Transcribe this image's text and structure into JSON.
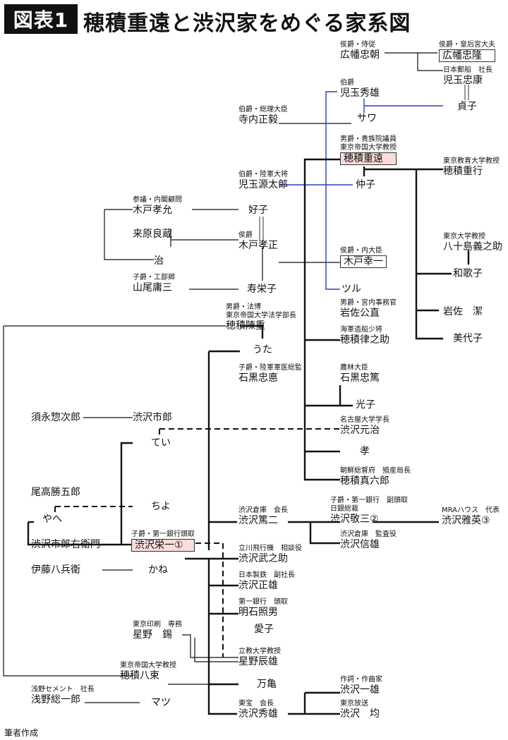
{
  "title": {
    "tag": "図表1",
    "text": "穂積重遠と渋沢家をめぐる家系図"
  },
  "credit": "筆者作成",
  "persons": {
    "hirohata_tadatomo": {
      "role": "侯爵・侍従",
      "name": "広幡忠朝"
    },
    "hirohata_tadataka": {
      "role": "侯爵・皇后宮大夫",
      "name": "広幡忠隆"
    },
    "kodama_tadayasu": {
      "role": "日本郵船　社長",
      "name": "児玉忠康"
    },
    "kodama_hideo": {
      "role": "伯爵",
      "name": "児玉秀雄"
    },
    "sadako": {
      "name": "貞子"
    },
    "terauchi_masatake": {
      "role": "伯爵・総理大臣",
      "name": "寺内正毅"
    },
    "sawa": {
      "name": "サワ"
    },
    "hozumi_shigeto": {
      "role1": "男爵・貴族院議員",
      "role2": "東京帝国大学教授",
      "name": "穂積重遠"
    },
    "hozumi_shigeyuki": {
      "role": "東京教育大学教授",
      "name": "穂積重行"
    },
    "kodama_gentaro": {
      "role": "伯爵・陸軍大将",
      "name": "児玉源太郎"
    },
    "nakako": {
      "name": "仲子"
    },
    "kido_takayoshi": {
      "role": "参議・内閣顧問",
      "name": "木戸孝允"
    },
    "yoshiko": {
      "name": "好子"
    },
    "kurihara_ryozo": {
      "name": "来原良蔵"
    },
    "kido_takamasa": {
      "role": "侯爵",
      "name": "木戸孝正"
    },
    "osamu": {
      "name": "治"
    },
    "kido_koichi": {
      "role": "侯爵・内大臣",
      "name": "木戸幸一"
    },
    "yasoshima": {
      "role": "東京大学教授",
      "name": "八十島義之助"
    },
    "wakako": {
      "name": "和歌子"
    },
    "yamao_yozo": {
      "role": "子爵・工部卿",
      "name": "山尾庸三"
    },
    "jueiko": {
      "name": "寿栄子"
    },
    "tsuru": {
      "name": "ツル"
    },
    "hozumi_nobushige": {
      "role1": "男爵・法博",
      "role2": "東京帝国大学法学部長",
      "name": "穂積陳重"
    },
    "iwasa_kimitada": {
      "role": "男爵・宮内事務官",
      "name": "岩佐公直"
    },
    "iwasa_kiyoshi": {
      "name": "岩佐　潔"
    },
    "miyoko": {
      "name": "美代子"
    },
    "hozumi_rinnosuke": {
      "role": "海軍造船少将",
      "name": "穂積律之助"
    },
    "uta": {
      "name": "うた"
    },
    "ishiguro_tadanori": {
      "role": "子爵・陸軍軍医総監",
      "name": "石黒忠悳"
    },
    "ishiguro_tadaatsu": {
      "role": "農林大臣",
      "name": "石黒忠篤"
    },
    "mitsuko": {
      "name": "光子"
    },
    "sunaga": {
      "name": "須永惣次郎"
    },
    "shibusawa_ichiro": {
      "name": "渋沢市郎"
    },
    "shibusawa_motoji": {
      "role": "名古屋大学学長",
      "name": "渋沢元治"
    },
    "tei": {
      "name": "てい"
    },
    "takashi": {
      "name": "孝"
    },
    "hozumi_shinrokuro": {
      "role": "朝鮮総督府　殖産局長",
      "name": "穂積真六郎"
    },
    "odaka": {
      "name": "尾高勝五郎"
    },
    "yahe": {
      "name": "やへ"
    },
    "chiyo": {
      "name": "ちよ"
    },
    "shibusawa_tokuji": {
      "role": "渋沢倉庫　会長",
      "name": "渋沢篤二"
    },
    "shibusawa_keizo": {
      "role1": "子爵・第一銀行　副頭取",
      "role2": "日銀総裁",
      "name": "渋沢敬三②"
    },
    "shibusawa_masahide": {
      "role": "MRAハウス　代表",
      "name": "渋沢雅英③"
    },
    "shibusawa_ichiemon": {
      "name": "渋沢市郎右衛門"
    },
    "shibusawa_eiichi": {
      "role": "子爵・第一銀行頭取",
      "name": "渋沢栄一①"
    },
    "shibusawa_nobuo": {
      "role": "渋沢倉庫　監査役",
      "name": "渋沢信雄"
    },
    "shibusawa_takenosuke": {
      "role": "立川飛行機　相談役",
      "name": "渋沢武之助"
    },
    "ito_hachibee": {
      "name": "伊藤八兵衛"
    },
    "kane": {
      "name": "かね"
    },
    "shibusawa_masao": {
      "role": "日本製鉄　副社長",
      "name": "渋沢正雄"
    },
    "akashi_teruo": {
      "role": "第一銀行　頭取",
      "name": "明石照男"
    },
    "aiko": {
      "name": "愛子"
    },
    "hoshino_shaku": {
      "role": "東京印刷　専務",
      "name": "星野　錫"
    },
    "hoshino_tatsuo": {
      "role": "立教大学教授",
      "name": "星野辰雄"
    },
    "hozumi_yatsuka": {
      "role": "東京帝国大学教授",
      "name": "穂積八束"
    },
    "mankame": {
      "name": "万亀"
    },
    "shibusawa_kazuo": {
      "role": "作詞・作曲家",
      "name": "渋沢一雄"
    },
    "asano_soichiro": {
      "role": "浅野セメント　社長",
      "name": "浅野総一郎"
    },
    "matsu": {
      "name": "マツ"
    },
    "shibusawa_hideo": {
      "role": "東宝　会長",
      "name": "渋沢秀雄"
    },
    "shibusawa_hitoshi": {
      "role": "東京放送",
      "name": "渋沢　均"
    }
  },
  "colors": {
    "line": "#111111",
    "blue_line": "#2a3fb8",
    "highlight": "#fadcdc",
    "double_line": "#666666"
  }
}
